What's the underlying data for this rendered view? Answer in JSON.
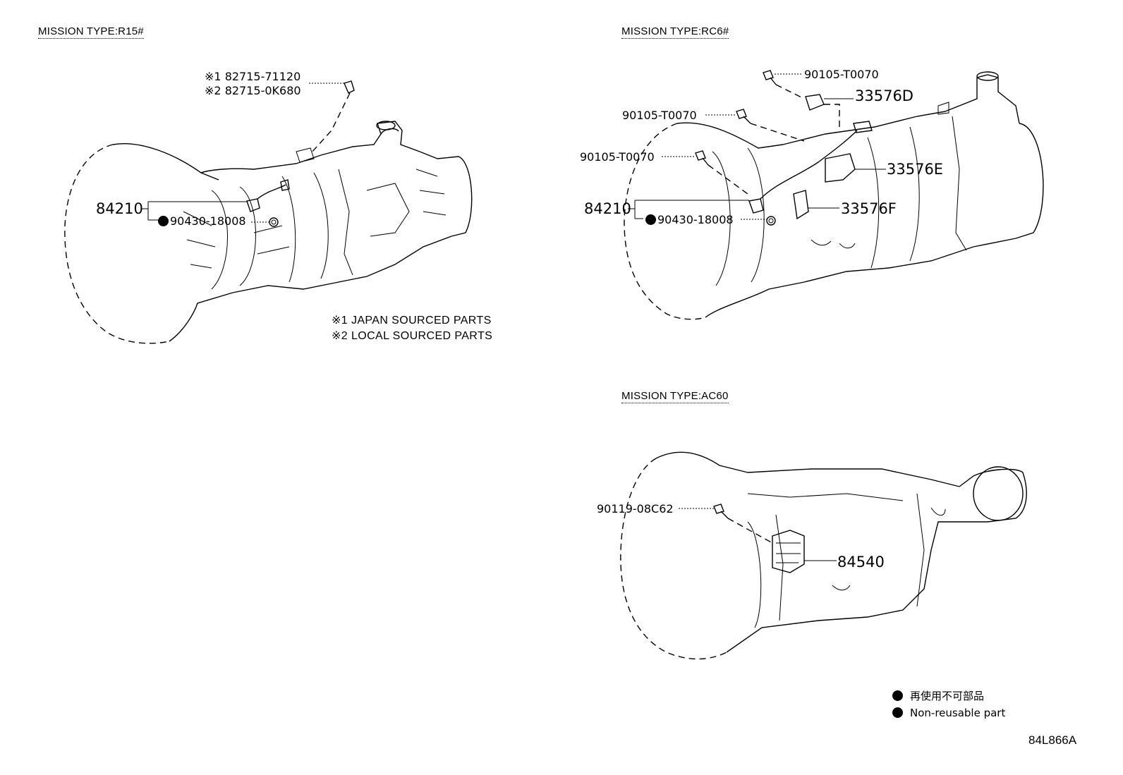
{
  "diagram_id": "84L866A",
  "sections": {
    "r15": {
      "title": "MISSION TYPE:R15#",
      "callouts": {
        "p1_mark": "※1",
        "p1_part": "82715-71120",
        "p2_mark": "※2",
        "p2_part": "82715-0K680",
        "sensor": "84210",
        "gasket": "90430-18008"
      },
      "notes": [
        "※1 JAPAN SOURCED PARTS",
        "※2 LOCAL SOURCED PARTS"
      ]
    },
    "rc6": {
      "title": "MISSION TYPE:RC6#",
      "callouts": {
        "bolt_top": "90105-T0070",
        "bracket_d": "33576D",
        "bolt_mid": "90105-T0070",
        "bolt_low": "90105-T0070",
        "bracket_e": "33576E",
        "sensor": "84210",
        "gasket": "90430-18008",
        "bracket_f": "33576F"
      }
    },
    "ac60": {
      "title": "MISSION TYPE:AC60",
      "callouts": {
        "bolt": "90119-08C62",
        "switch": "84540"
      }
    }
  },
  "legend": {
    "jp": "再使用不可部品",
    "en": "Non-reusable part"
  }
}
